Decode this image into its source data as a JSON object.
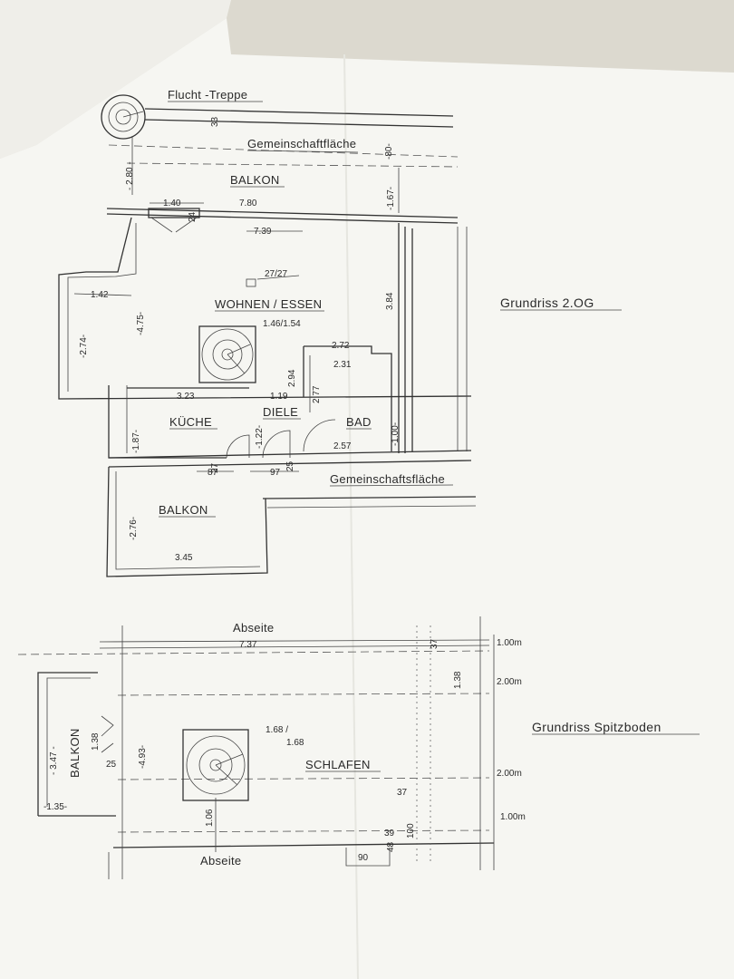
{
  "floor_2og": {
    "title": "Grundriss   2.OG",
    "stair_label": "Flucht -Treppe",
    "rooms": {
      "gemeinschaft_top": "Gemeinschaftfläche",
      "balkon_top": "BALKON",
      "wohnen": "WOHNEN / ESSEN",
      "kueche": "KÜCHE",
      "diele": "DIELE",
      "bad": "BAD",
      "gemeinschaft_bottom": "Gemeinschaftsfläche",
      "balkon_bottom": "BALKON"
    },
    "dimensions": {
      "d33": "33",
      "d80": "-80-",
      "d280": "- 2.80 -",
      "d140": "1.40",
      "d780": "7.80",
      "d24": "24",
      "d167": "-1.67-",
      "d739": "7.39",
      "d2727": "27/27",
      "d142": "1.42",
      "d384": "3.84",
      "d274": "-2.74-",
      "d475": "-4.75-",
      "d146": "1.46/1.54",
      "d272": "2.72",
      "d231": "2.31",
      "d294": "2.94",
      "d277": "2.77",
      "d323": "3.23",
      "d119": "1.19",
      "d187": "-1.87-",
      "d122": "-1.22-",
      "d100": "-1.00-",
      "d257": "2.57",
      "d27": "27",
      "d25": "25",
      "d87": "87",
      "d97": "97",
      "d276": "-2.76-",
      "d345": "3.45"
    }
  },
  "spitzboden": {
    "title": "Grundriss Spitzboden",
    "rooms": {
      "schlafen": "SCHLAFEN",
      "balkon": "BALKON",
      "abseite_top": "Abseite",
      "abseite_bottom": "Abseite"
    },
    "dimensions": {
      "d737": "7.37",
      "d37a": "37",
      "d138a": "1.38",
      "d100m_a": "1.00m",
      "d200m_a": "2.00m",
      "d168": "1.68 /",
      "d168b": "1.68",
      "d200m_b": "2.00m",
      "d100m_b": "1.00m",
      "d347": "- 3.47 -",
      "d138b": "1.38",
      "d25": "25",
      "d493": "-4.93-",
      "d135": "-1.35-",
      "d106": "1.06",
      "d37b": "37",
      "d39": "39",
      "d100": "100",
      "d48": "48",
      "d90": "90"
    }
  },
  "colors": {
    "paper": "#f7f7f3",
    "background": "#d9d6cc",
    "ink": "#2a2a2a"
  }
}
